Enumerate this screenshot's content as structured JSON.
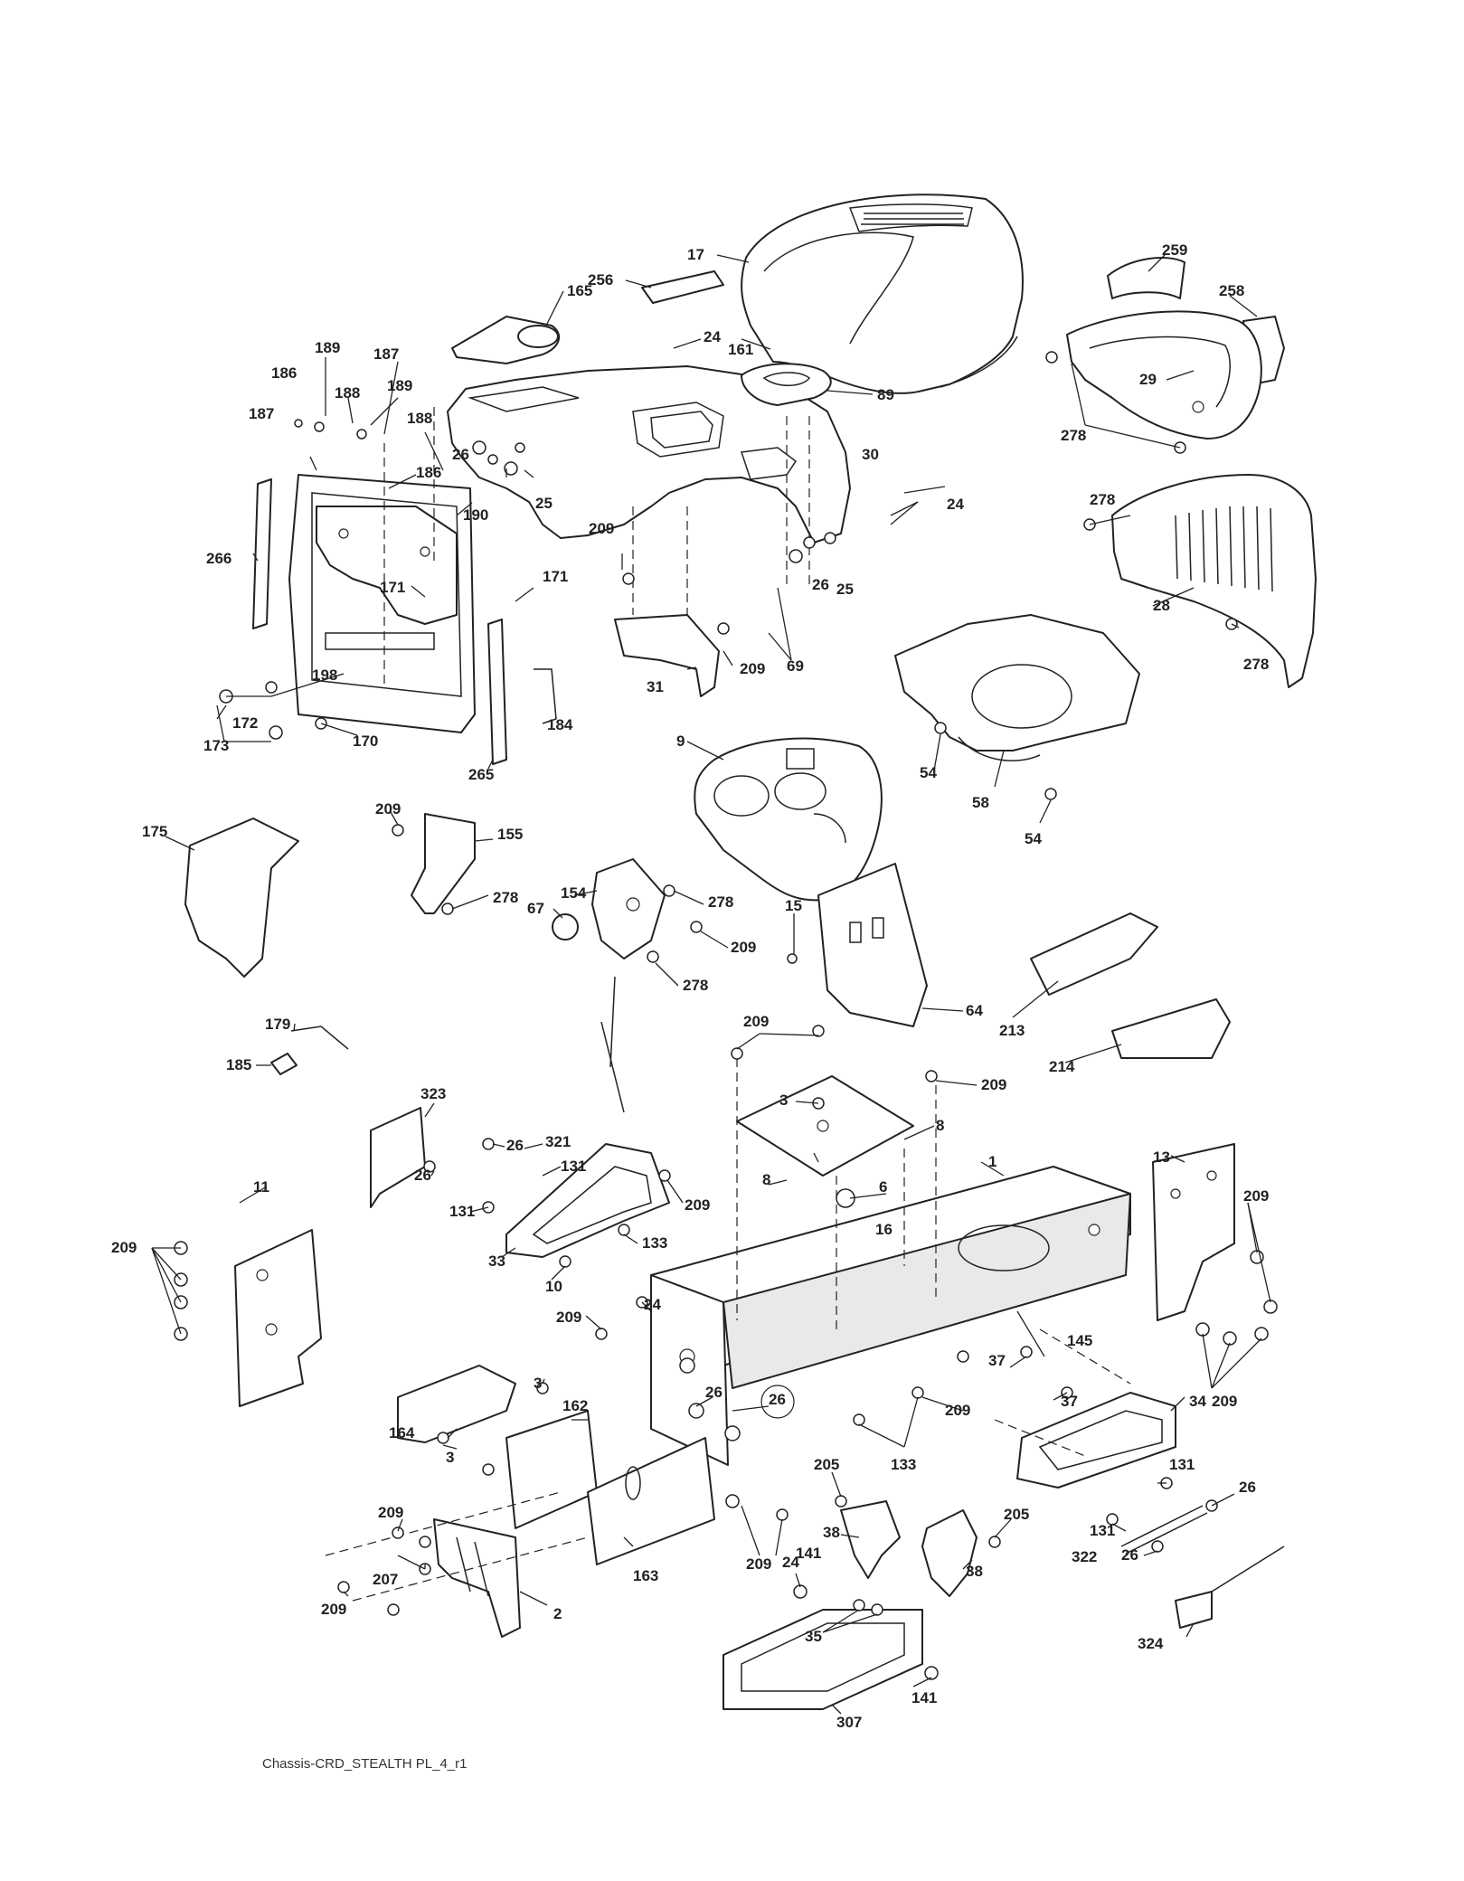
{
  "caption": "Chassis-CRD_STEALTH PL_4_r1",
  "callouts": [
    "17",
    "256",
    "165",
    "24",
    "161",
    "89",
    "259",
    "258",
    "29",
    "278",
    "189",
    "187",
    "186",
    "188",
    "187",
    "189",
    "188",
    "186",
    "26",
    "25",
    "30",
    "24",
    "278",
    "190",
    "266",
    "171",
    "171",
    "209",
    "26",
    "25",
    "69",
    "209",
    "31",
    "28",
    "278",
    "198",
    "172",
    "173",
    "170",
    "265",
    "184",
    "9",
    "54",
    "58",
    "54",
    "175",
    "209",
    "155",
    "278",
    "154",
    "278",
    "67",
    "209",
    "278",
    "15",
    "64",
    "213",
    "214",
    "179",
    "185",
    "209",
    "209",
    "3",
    "8",
    "323",
    "26",
    "321",
    "131",
    "26",
    "209",
    "131",
    "133",
    "33",
    "10",
    "8",
    "6",
    "16",
    "1",
    "13",
    "209",
    "11",
    "209",
    "24",
    "209",
    "3",
    "162",
    "26",
    "26",
    "37",
    "145",
    "37",
    "209",
    "209",
    "164",
    "3",
    "133",
    "34",
    "131",
    "26",
    "205",
    "205",
    "209",
    "38",
    "38",
    "131",
    "322",
    "26",
    "209",
    "207",
    "141",
    "163",
    "209",
    "24",
    "2",
    "324",
    "35",
    "141",
    "307"
  ]
}
